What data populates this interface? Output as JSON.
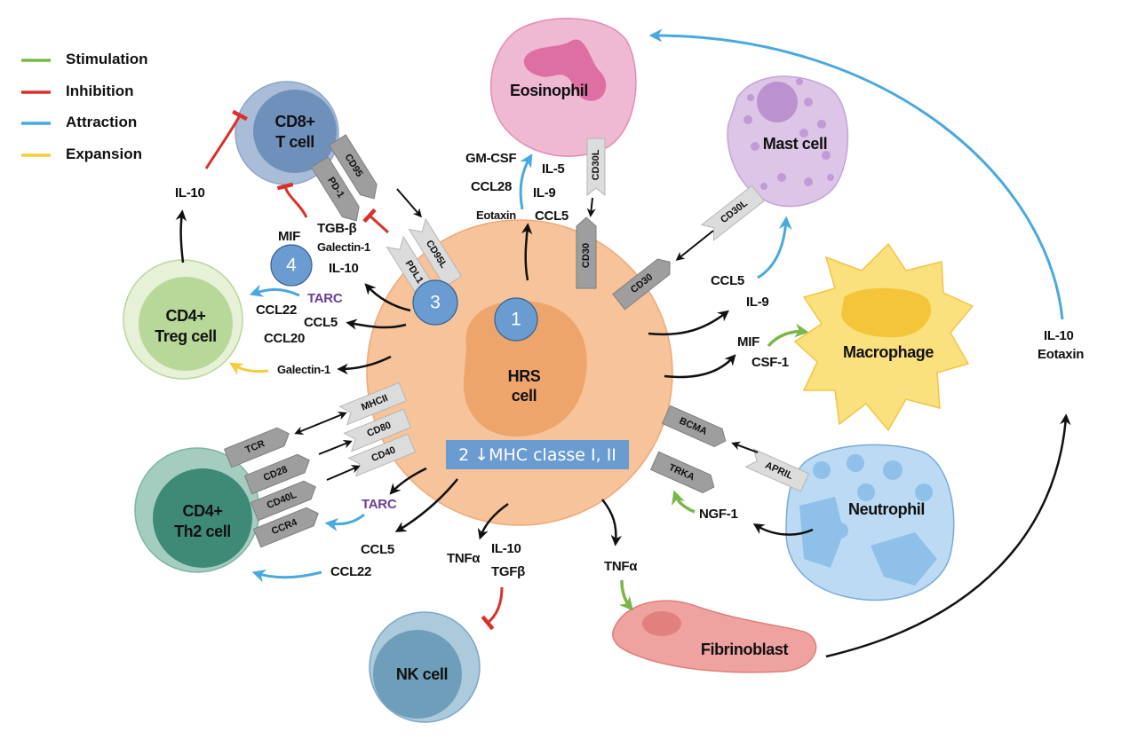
{
  "colors": {
    "stimulation": "#7ab648",
    "inhibition": "#d9302c",
    "attraction": "#4aa8e0",
    "expansion": "#f5cd3b",
    "hrs_cytoplasm": "#f6c39a",
    "hrs_nucleus": "#eea56c",
    "marker_blue": "#6a9bd1",
    "tarc_purple": "#6a3d9a"
  },
  "legend": [
    {
      "key": "stimulation",
      "label": "Stimulation"
    },
    {
      "key": "inhibition",
      "label": "Inhibition"
    },
    {
      "key": "attraction",
      "label": "Attraction"
    },
    {
      "key": "expansion",
      "label": "Expansion"
    }
  ],
  "cells": {
    "hrs": [
      "HRS",
      "cell"
    ],
    "cd8": [
      "CD8+",
      "T cell"
    ],
    "treg": [
      "CD4+",
      "Treg cell"
    ],
    "th2": [
      "CD4+",
      "Th2 cell"
    ],
    "nk": [
      "NK cell"
    ],
    "eosinophil": [
      "Eosinophil"
    ],
    "mast": [
      "Mast cell"
    ],
    "macrophage": [
      "Macrophage"
    ],
    "neutrophil": [
      "Neutrophil"
    ],
    "fibroblast": [
      "Fibrinoblast"
    ]
  },
  "markers": {
    "m1": "1",
    "m3": "3",
    "m4": "4",
    "mhc_box": "2 ↓MHC classe I, II"
  },
  "receptors": {
    "cd95": "CD95",
    "pd1": "PD-1",
    "cd95l": "CD95L",
    "pdl1": "PDL1",
    "cd30l_eos": "CD30L",
    "cd30_top": "CD30",
    "cd30l_mast": "CD30L",
    "cd30_right": "CD30",
    "mhcii": "MHCII",
    "cd80": "CD80",
    "cd40": "CD40",
    "tcr": "TCR",
    "cd28": "CD28",
    "cd40l": "CD40L",
    "ccr4": "CCR4",
    "bcma": "BCMA",
    "trka": "TRKA",
    "april": "APRIL"
  },
  "labels": {
    "il10_treg_cd8": "IL-10",
    "mif_top": "MIF",
    "tgb": "TGB-β",
    "galectin_top": "Galectin-1",
    "il10_mid": "IL-10",
    "tarc_left": "TARC",
    "ccl22_left": "CCL22",
    "ccl5_left": "CCL5",
    "ccl20": "CCL20",
    "galectin_left": "Galectin-1",
    "gmcsf": "GM-CSF",
    "ccl28": "CCL28",
    "eotaxin_top": "Eotaxin",
    "il5": "IL-5",
    "il9_top": "IL-9",
    "ccl5_top": "CCL5",
    "ccl5_right": "CCL5",
    "il9_right": "IL-9",
    "mif_right": "MIF",
    "csf1": "CSF-1",
    "il10_far": "IL-10",
    "eotaxin_far": "Eotaxin",
    "tarc_bottom": "TARC",
    "ccl5_bottom": "CCL5",
    "ccl22_bottom": "CCL22",
    "tnfa_nk": "TNFα",
    "il10_nk": "IL-10",
    "tgfb_nk": "TGFβ",
    "tnfa_fib": "TNFα",
    "ngf1": "NGF-1"
  }
}
